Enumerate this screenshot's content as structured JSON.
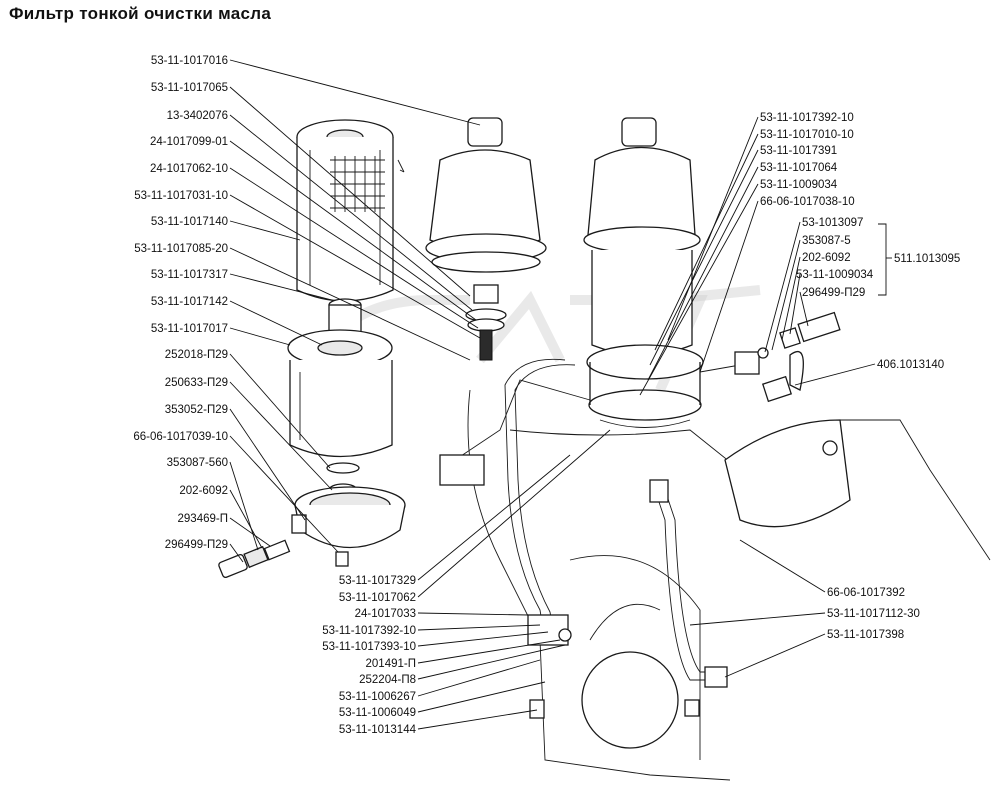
{
  "title": "Фильтр тонкой очистки масла",
  "left_labels": [
    "53-11-1017016",
    "53-11-1017065",
    "13-3402076",
    "24-1017099-01",
    "24-1017062-10",
    "53-11-1017031-10",
    "53-11-1017140",
    "53-11-1017085-20",
    "53-11-1017317",
    "53-11-1017142",
    "53-11-1017017",
    "252018-П29",
    "250633-П29",
    "353052-П29",
    "66-06-1017039-10",
    "353087-560",
    "202-6092",
    "293469-П",
    "296499-П29"
  ],
  "right_labels": [
    "53-11-1017392-10",
    "53-11-1017010-10",
    "53-11-1017391",
    "53-11-1017064",
    "53-11-1009034",
    "66-06-1017038-10"
  ],
  "bracket_labels": [
    "53-1013097",
    "353087-5",
    "202-6092",
    "53-11-1009034",
    "296499-П29"
  ],
  "bracket_group_label": "511.1013095",
  "side_label": "406.1013140",
  "bottom_center_labels": [
    "53-11-1017329",
    "53-11-1017062",
    "24-1017033",
    "53-11-1017392-10",
    "53-11-1017393-10",
    "201491-П",
    "252204-П8",
    "53-11-1006267",
    "53-11-1006049",
    "53-11-1013144"
  ],
  "bottom_right_labels": [
    "66-06-1017392",
    "53-11-1017112-30",
    "53-11-1017398"
  ]
}
